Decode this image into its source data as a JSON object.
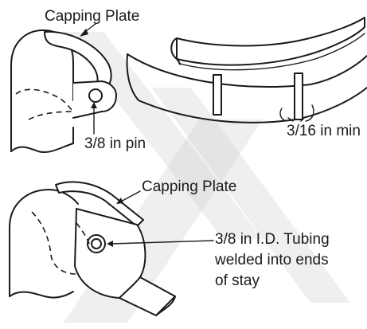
{
  "labels": {
    "capping_plate_top": "Capping Plate",
    "pin": "3/8 in pin",
    "min_clearance": "3/16 in min",
    "capping_plate_bottom": "Capping Plate",
    "tubing_line1": "3/8 in I.D. Tubing",
    "tubing_line2": "welded into ends",
    "tubing_line3": "of stay"
  },
  "colors": {
    "ink": "#1a1a1a",
    "background": "#ffffff",
    "watermark": "#d0d0d0"
  }
}
